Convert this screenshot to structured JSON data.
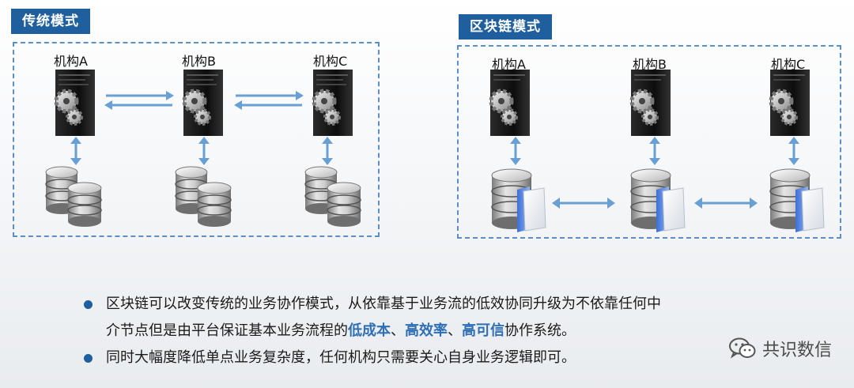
{
  "left": {
    "title": "传统模式",
    "orgs": [
      "机构A",
      "机构B",
      "机构C"
    ]
  },
  "right": {
    "title": "区块链模式",
    "orgs": [
      "机构A",
      "机构B",
      "机构C"
    ]
  },
  "bullets": {
    "b1_part1": "区块链可以改变传统的业务协作模式，从依靠基于业务流的低效协同升级为不依靠任何中",
    "b1_part2": "介节点但是由平台保证基本业务流程的",
    "hl1": "低成本",
    "sep1": "、",
    "hl2": "高效率",
    "sep2": "、",
    "hl3": "高可信",
    "b1_end": "协作系统。",
    "b2": "同时大幅度降低单点业务复杂度，任何机构只需要关心自身业务逻辑即可。"
  },
  "watermark": {
    "text": "共识数信",
    "icon": "wechat-icon"
  },
  "colors": {
    "accent": "#1f5f9e",
    "dash": "#5b8fc7",
    "arrow": "#6a9fd4",
    "highlight": "#2f6fb5"
  }
}
